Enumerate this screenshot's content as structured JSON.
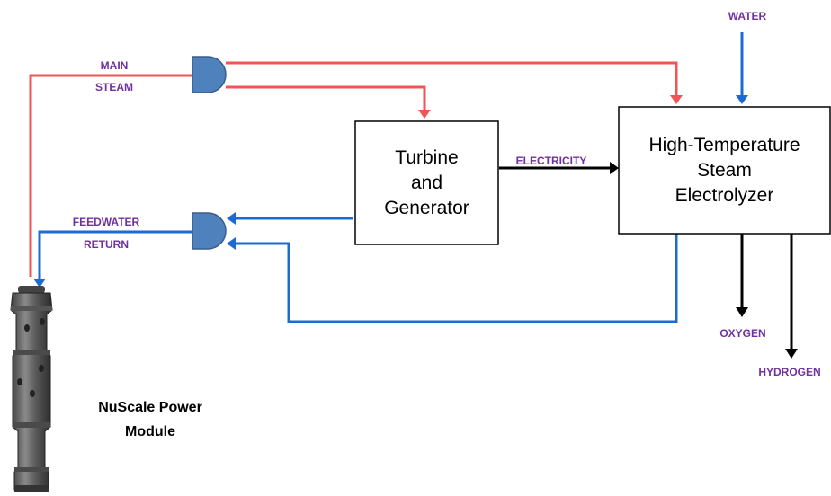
{
  "colors": {
    "steam": "#f05555",
    "water": "#1e6ad3",
    "electric": "#000000",
    "label": "#7030a0",
    "valve": "#4f81bd"
  },
  "labels": {
    "water": "WATER",
    "main_steam_1": "MAIN",
    "main_steam_2": "STEAM",
    "feedwater_1": "FEEDWATER",
    "feedwater_2": "RETURN",
    "electricity": "ELECTRICITY",
    "oxygen": "OXYGEN",
    "hydrogen": "HYDROGEN"
  },
  "turbine_box": {
    "line1": "Turbine",
    "line2": "and",
    "line3": "Generator"
  },
  "electrolyzer_box": {
    "line1": "High-Temperature",
    "line2": "Steam",
    "line3": "Electrolyzer"
  },
  "module": {
    "line1": "NuScale Power",
    "line2": "Module",
    "icon": "reactor-module-icon"
  }
}
